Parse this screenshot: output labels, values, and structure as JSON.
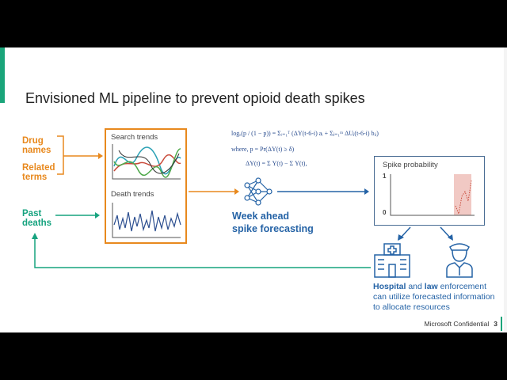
{
  "title": "Envisioned ML pipeline to prevent opioid death spikes",
  "inputs": {
    "drug_names": "Drug names",
    "related_terms": "Related terms",
    "past_deaths": "Past deaths"
  },
  "trend_box": {
    "search": "Search trends",
    "death": "Death trends"
  },
  "formula": {
    "line1": "logₑ(p / (1 − p)) = Σᵢ₌₁ᵀ (ΔY(t-6-i) aᵢ + Σⱼ₌₁ᵐ ΔUⱼ(t-6-i) bᵢⱼ)",
    "line2": "where,    p = Pr(ΔY(t) ≥ δ)",
    "line3": "ΔY(t) = Σ Y(t) − Σ Y(t),"
  },
  "model": {
    "label_line1": "Week ahead",
    "label_line2": "spike forecasting"
  },
  "spike": {
    "title": "Spike probability",
    "y_max": "1",
    "y_min": "0"
  },
  "outcome": {
    "hospital": "Hospital",
    "and": " and ",
    "law": "law",
    "rest": " enforcement can utilize forecasted information to allocate resources"
  },
  "footer": {
    "confidential": "Microsoft Confidential",
    "page": "3"
  },
  "colors": {
    "orange": "#e8891e",
    "green": "#16a37f",
    "blue": "#2563a6"
  }
}
